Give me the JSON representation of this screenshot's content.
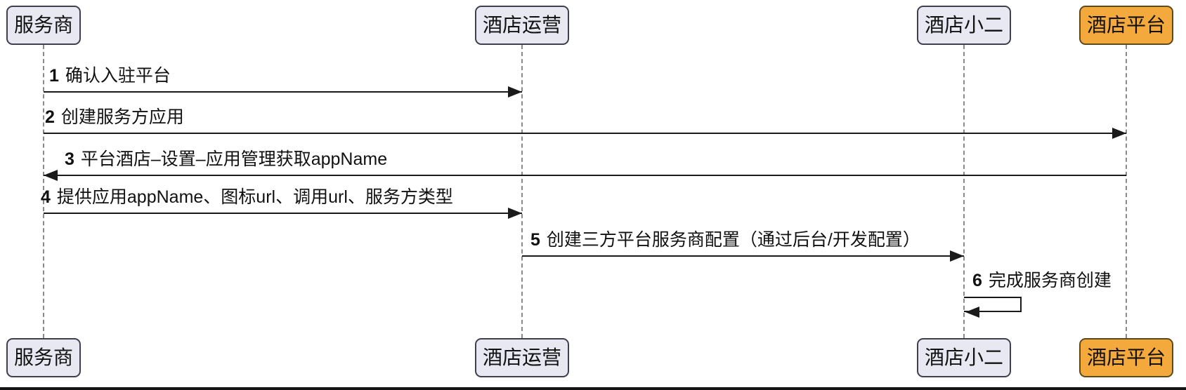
{
  "diagram": {
    "type": "sequence",
    "actors": [
      {
        "id": "service-provider",
        "label": "服务商",
        "fill": "#e8e8f2"
      },
      {
        "id": "hotel-operations",
        "label": "酒店运营",
        "fill": "#e8e8f2"
      },
      {
        "id": "hotel-xiaoer",
        "label": "酒店小二",
        "fill": "#e8e8f2"
      },
      {
        "id": "hotel-platform",
        "label": "酒店平台",
        "fill": "#f4a93d"
      }
    ],
    "messages": [
      {
        "num": "1",
        "text": "确认入驻平台",
        "from": "服务商",
        "to": "酒店运营",
        "arrow": "right"
      },
      {
        "num": "2",
        "text": "创建服务方应用",
        "from": "服务商",
        "to": "酒店平台",
        "arrow": "right"
      },
      {
        "num": "3",
        "text": "平台酒店–设置–应用管理获取appName",
        "from": "酒店平台",
        "to": "服务商",
        "arrow": "left"
      },
      {
        "num": "4",
        "text": "提供应用appName、图标url、调用url、服务方类型",
        "from": "服务商",
        "to": "酒店运营",
        "arrow": "right"
      },
      {
        "num": "5",
        "text": "创建三方平台服务商配置（通过后台/开发配置）",
        "from": "酒店运营",
        "to": "酒店小二",
        "arrow": "right"
      },
      {
        "num": "6",
        "text": "完成服务商创建",
        "from": "酒店小二",
        "to": "酒店小二",
        "arrow": "self"
      }
    ],
    "colors": {
      "actor_fill": "#e8e8f2",
      "actor_border": "#3f3f4d",
      "platform_fill": "#f4a93d",
      "platform_border": "#5c4a1e",
      "message_line": "#1a1a1a",
      "lifeline": "#8a8a8a",
      "text": "#111111",
      "background": "#ffffff"
    }
  }
}
